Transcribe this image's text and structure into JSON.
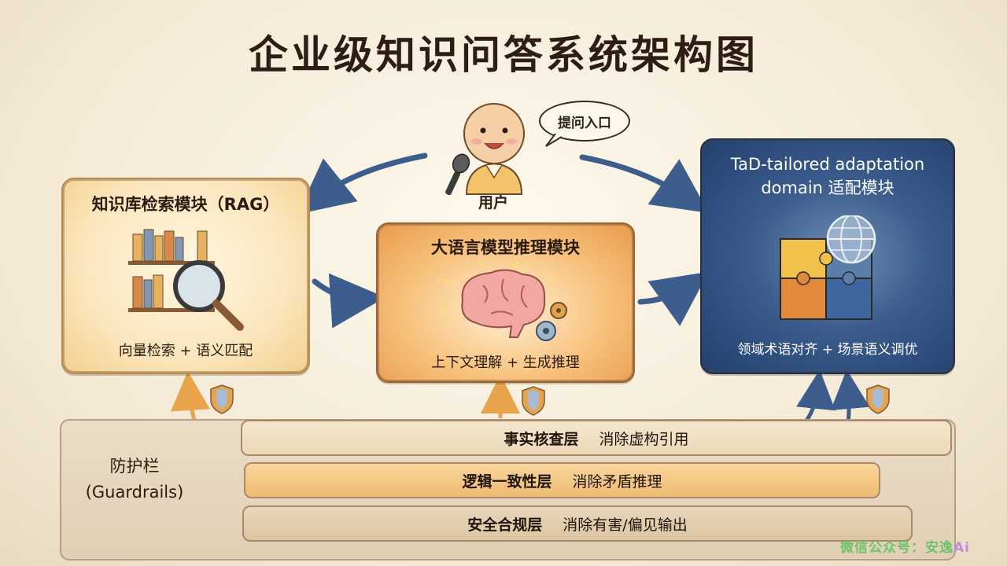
{
  "title": "企业级知识问答系统架构图",
  "user": {
    "label": "用户",
    "bubble": "提问入口"
  },
  "modules": {
    "rag": {
      "title": "知识库检索模块（RAG）",
      "subtitle": "向量检索 + 语义匹配"
    },
    "llm": {
      "title": "大语言模型推理模块",
      "subtitle": "上下文理解 + 生成推理"
    },
    "tad": {
      "title_line1": "TaD-tailored adaptation",
      "title_line2": "domain 适配模块",
      "subtitle": "领域术语对齐 + 场景语义调优"
    }
  },
  "guardrails": {
    "label_line1": "防护栏",
    "label_line2": "(Guardrails)",
    "layers": [
      {
        "name": "事实核查层",
        "desc": "消除虚构引用"
      },
      {
        "name": "逻辑一致性层",
        "desc": "消除矛盾推理"
      },
      {
        "name": "安全合规层",
        "desc": "消除有害/偏见输出"
      }
    ]
  },
  "watermark": {
    "text": "微信公众号：安逸",
    "suffix": "Ai"
  },
  "colors": {
    "rag_fill": "#fbe6bd",
    "llm_fill": "#f7c27d",
    "tad_fill": "#3b5c8c",
    "arrow_blue": "#3d5d8c",
    "arrow_orange": "#e8a44a"
  }
}
